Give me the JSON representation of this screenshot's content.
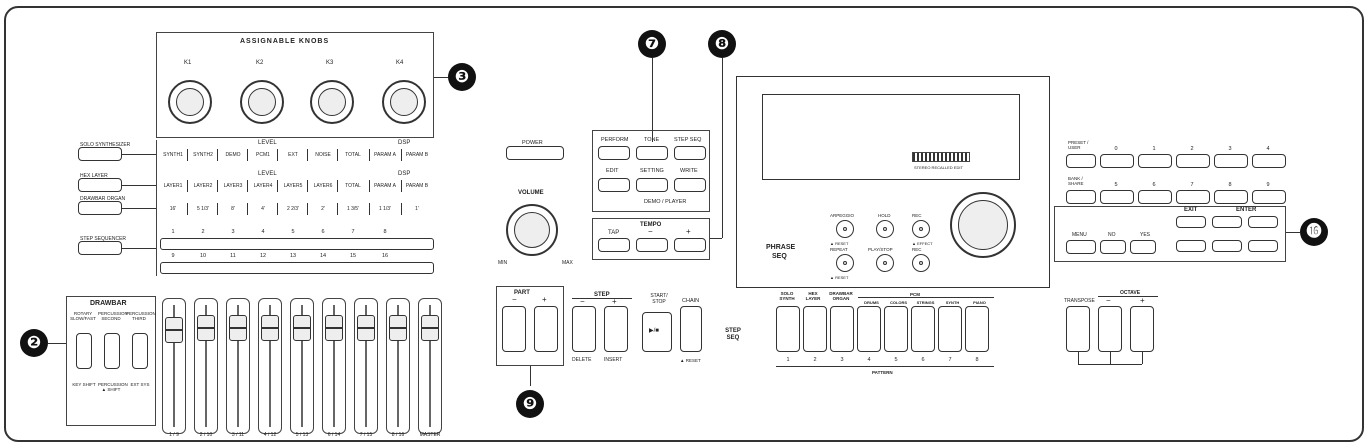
{
  "callouts": {
    "c2": "❷",
    "c3": "❸",
    "c7": "❼",
    "c8": "❽",
    "c9": "❾",
    "c16": "⓰"
  },
  "knobs": {
    "title": "ASSIGNABLE KNOBS",
    "labels": [
      "K1",
      "K2",
      "K3",
      "K4"
    ]
  },
  "modes": [
    "SOLO SYNTHESIZER",
    "HEX LAYER",
    "DRAWBAR ORGAN",
    "STEP SEQUENCER"
  ],
  "level_header": {
    "group1": "LEVEL",
    "group2": "DSP",
    "group3": "LEVEL",
    "group4": "DSP"
  },
  "row_synth": [
    "SYNTH1",
    "SYNTH2",
    "DEMO",
    "PCM1",
    "EXT",
    "NOISE",
    "TOTAL",
    "PARAM A",
    "PARAM B"
  ],
  "row_layer": [
    "LAYER1",
    "LAYER2",
    "LAYER3",
    "LAYER4",
    "LAYER5",
    "LAYER6",
    "TOTAL",
    "PARAM A",
    "PARAM B"
  ],
  "row_drawbar": [
    "16'",
    "5 1/3'",
    "8'",
    "4'",
    "2 2/3'",
    "2'",
    "1 3/5'",
    "1 1/3'",
    "1'"
  ],
  "step_top": [
    "1",
    "2",
    "3",
    "4",
    "5",
    "6",
    "7",
    "8"
  ],
  "step_bottom": [
    "9",
    "10",
    "11",
    "12",
    "13",
    "14",
    "15",
    "16"
  ],
  "drawbar": {
    "title": "DRAWBAR",
    "top_labels": [
      "ROTARY SLOW/FAST",
      "PERCUSSION SECOND",
      "PERCUSSION THIRD"
    ],
    "bottom_labels": [
      "KEY SHIFT",
      "PERCUSSION ▲ SHIFT",
      "EXT SYS"
    ],
    "fader_labels": [
      "1 / 9",
      "2 / 10",
      "3 / 11",
      "4 / 12",
      "5 / 13",
      "6 / 14",
      "7 / 15",
      "8 / 16",
      "MASTER"
    ]
  },
  "power": "POWER",
  "volume": {
    "label": "VOLUME",
    "min": "MIN",
    "max": "MAX"
  },
  "modebox": {
    "buttons": [
      "PERFORM",
      "TONE",
      "STEP SEQ",
      "EDIT",
      "SETTING",
      "WRITE"
    ],
    "footer": "DEMO / PLAYER"
  },
  "tempo": {
    "title": "TEMPO",
    "tap": "TAP",
    "minus": "−",
    "plus": "+"
  },
  "part": {
    "title": "PART",
    "minus": "−",
    "plus": "+"
  },
  "step": {
    "title": "STEP",
    "minus": "−",
    "plus": "+",
    "delete": "DELETE",
    "insert": "INSERT"
  },
  "startstop": {
    "label": "START/ STOP",
    "symbol": "▶/■"
  },
  "chain": {
    "label": "CHAIN",
    "sub": "▲ RESET"
  },
  "stepseq_label": "STEP SEQ",
  "pattern": {
    "groups": [
      "SOLO SYNTH",
      "HEX LAYER",
      "DRAWBAR ORGAN",
      "PCM"
    ],
    "pcm_sub": [
      "DRUMS",
      "COLORS",
      "STRINGS",
      "SYNTH",
      "PIANO"
    ],
    "numbers": [
      "1",
      "2",
      "3",
      "4",
      "5",
      "6",
      "7",
      "8"
    ],
    "footer": "PATTERN"
  },
  "transpose": "TRANSPOSE",
  "octave": {
    "title": "OCTAVE",
    "minus": "−",
    "plus": "+"
  },
  "phrase": {
    "line1": "PHRASE",
    "line2": "SEQ",
    "arpeggio": "ARPEGGIO",
    "hold": "HOLD",
    "rec": "REC",
    "play": "PLAY/STOP",
    "repeat": "REPEAT",
    "sub1": "▲ RESET",
    "sub2": "▲ RESET",
    "sub3": "▲ EFFECT"
  },
  "lcd_indicators": "STEREO  RECALLED  EDIT",
  "numpad": {
    "preset": "PRESET / USER",
    "bank": "BANK / SHARE",
    "top": [
      "0",
      "1",
      "2",
      "3",
      "4"
    ],
    "bottom": [
      "5",
      "6",
      "7",
      "8",
      "9"
    ]
  },
  "nav": {
    "menu": "MENU",
    "no": "NO",
    "yes": "YES",
    "exit": "EXIT",
    "enter": "ENTER"
  }
}
